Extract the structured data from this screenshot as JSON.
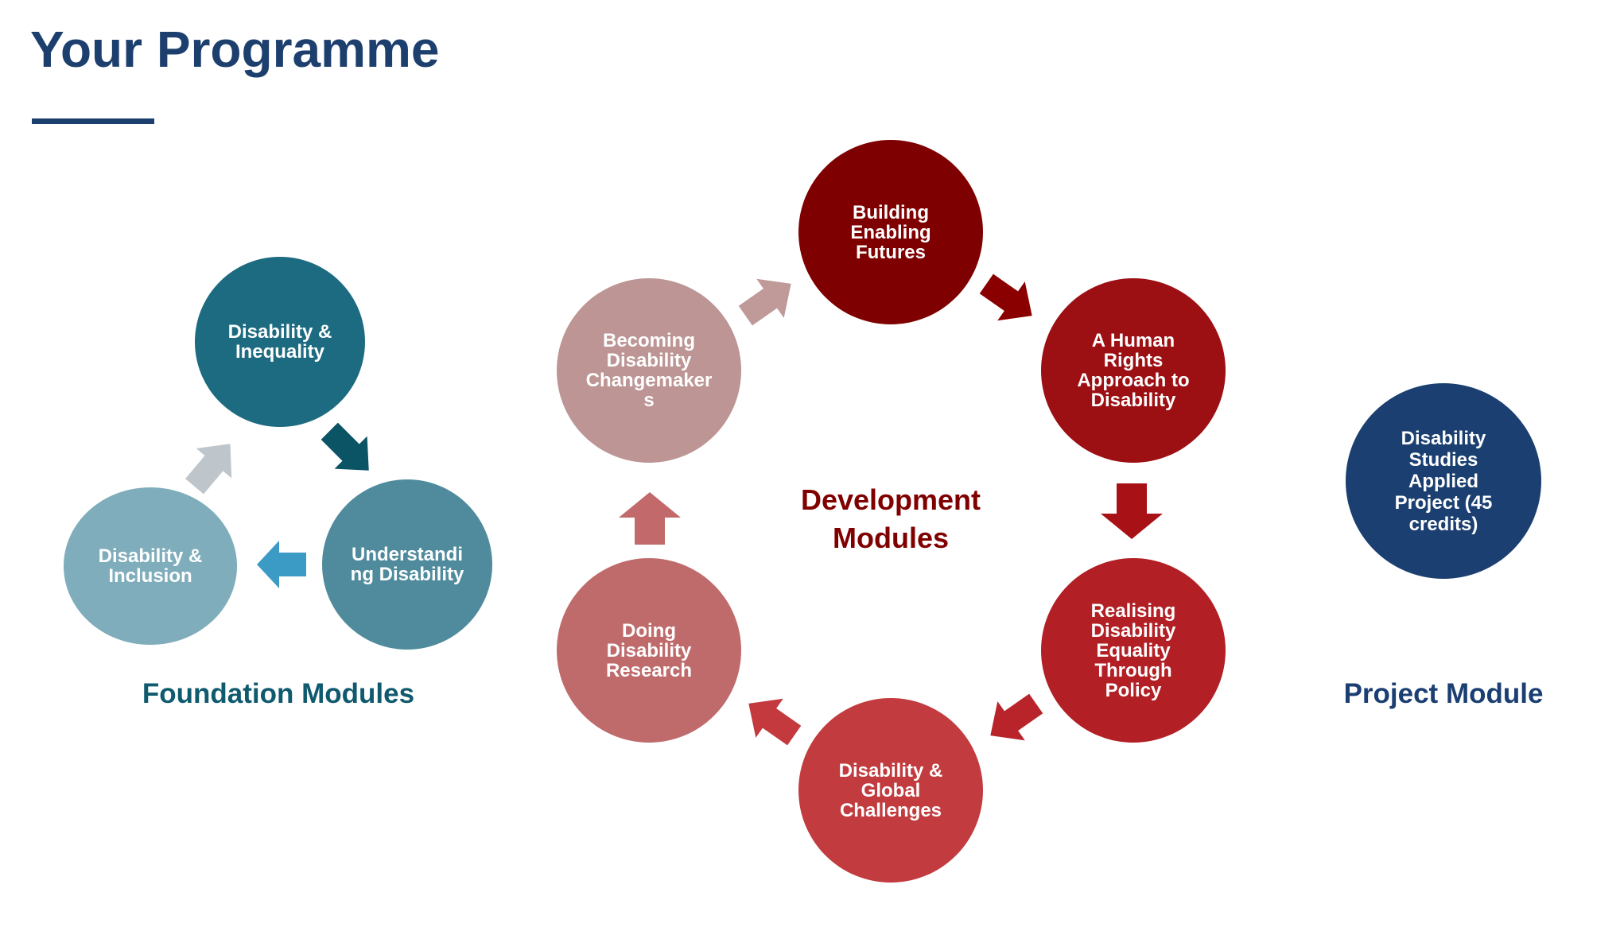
{
  "title": "Your Programme",
  "colors": {
    "title": "#1c3f6e",
    "foundation_label": "#0f5a6e",
    "development_label": "#800000",
    "project_label": "#1b3f73"
  },
  "foundation": {
    "label": "Foundation Modules",
    "modules": [
      {
        "name": "Disability &\nInequality",
        "color": "#1d6b81"
      },
      {
        "name": "Understandi\nng Disability",
        "color": "#4f8b9c"
      },
      {
        "name": "Disability &\nInclusion",
        "color": "#80adbb"
      }
    ],
    "arrow_colors": [
      "#0b5465",
      "#3b9bc5",
      "#bec6cb"
    ]
  },
  "development": {
    "label": "Development\nModules",
    "modules": [
      {
        "name": "Building\nEnabling\nFutures",
        "color": "#7f0000"
      },
      {
        "name": "A Human\nRights\nApproach to\nDisability",
        "color": "#9c0f12"
      },
      {
        "name": "Realising\nDisability\nEquality\nThrough\nPolicy",
        "color": "#b21f24"
      },
      {
        "name": "Disability &\nGlobal\nChallenges",
        "color": "#c23b3f"
      },
      {
        "name": "Doing\nDisability\nResearch",
        "color": "#bf6b6c"
      },
      {
        "name": "Becoming\nDisability\nChangemaker\ns",
        "color": "#bc9594"
      }
    ],
    "arrow_colors": [
      "#8a0000",
      "#a81116",
      "#b8242a",
      "#c4393e",
      "#c26a6b",
      "#c09a99"
    ]
  },
  "project": {
    "label": "Project Module",
    "modules": [
      {
        "name": "Disability\nStudies\nApplied\nProject (45\ncredits)",
        "color": "#1a3f70"
      }
    ]
  }
}
